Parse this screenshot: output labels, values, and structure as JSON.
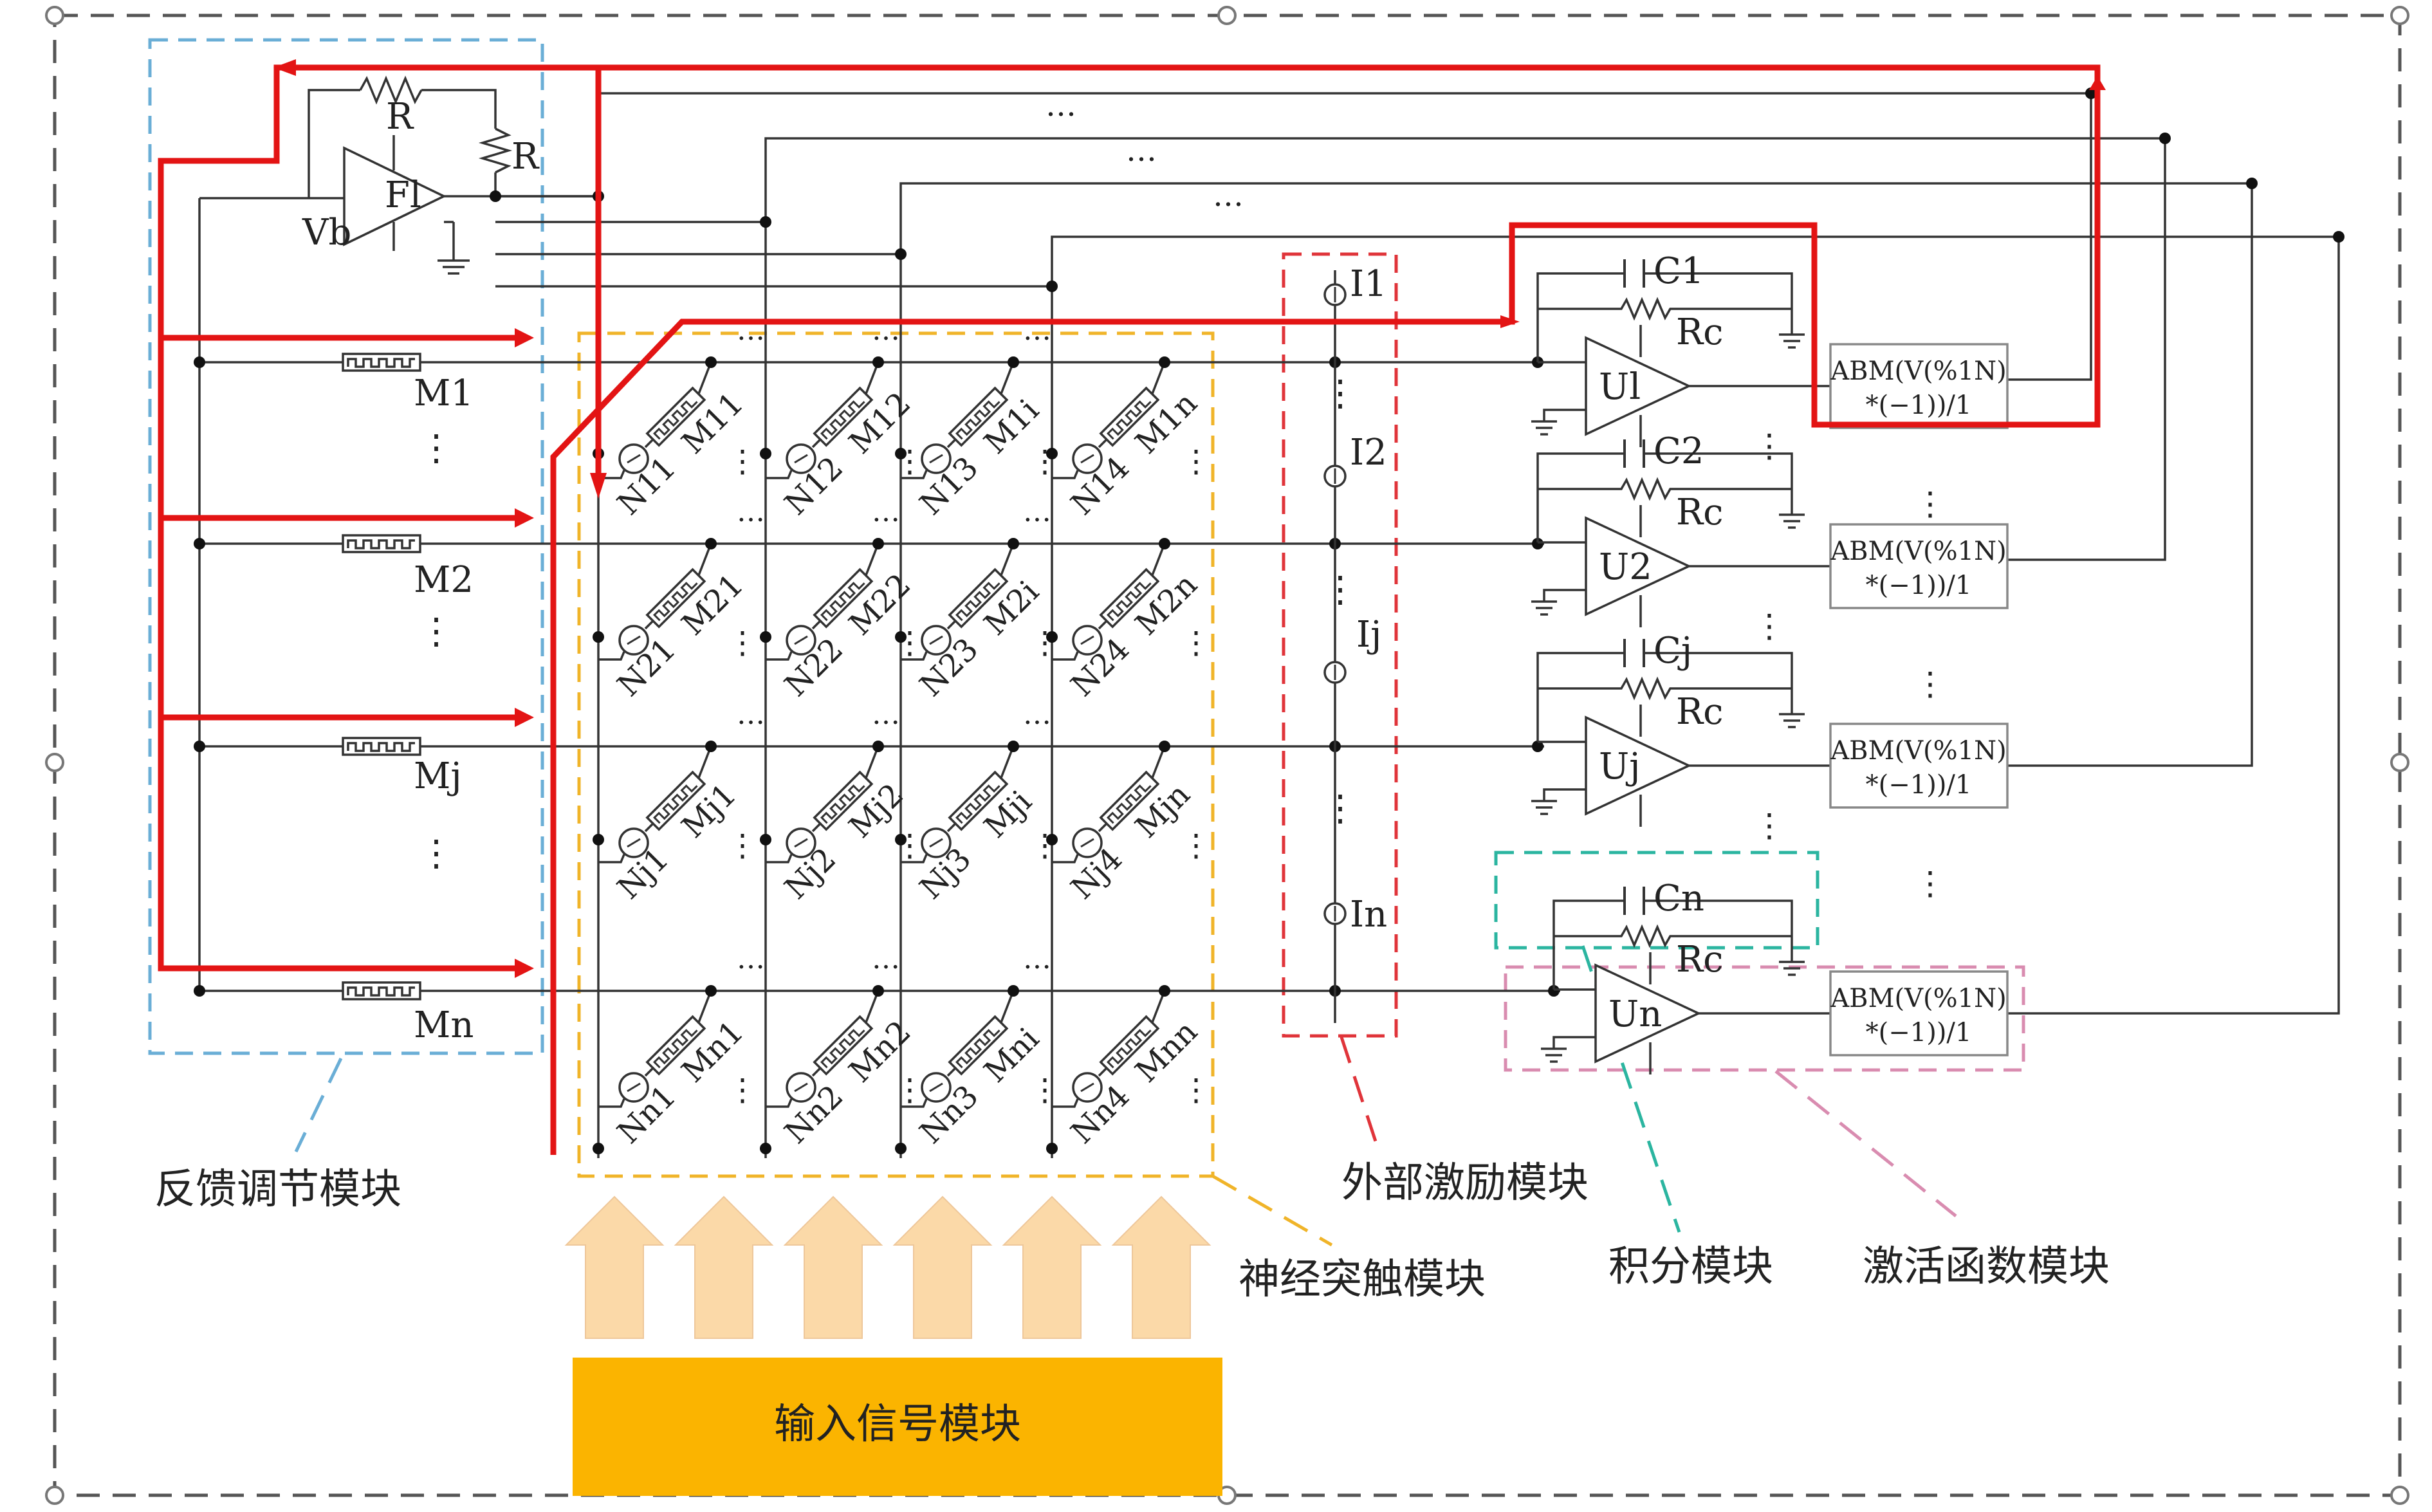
{
  "colors": {
    "wire": "#333333",
    "feedback_path": "#e31414",
    "feedback_box": "#6aaed6",
    "synapse_box": "#f0b429",
    "excitation_box": "#e0343a",
    "integral_box": "#2bb5a0",
    "activation_box": "#d98cb0",
    "input_block": "#fbb400",
    "input_arrow": "#fbd9a8",
    "outer_frame": "#555555"
  },
  "feedback": {
    "opamp": "Fl",
    "vb": "Vb",
    "r_top": "R",
    "r_side": "R",
    "memristors": [
      "M1",
      "M2",
      "Mj",
      "Mn"
    ]
  },
  "synapse": {
    "rows": [
      [
        "M11",
        "M12",
        "M1i",
        "M1n"
      ],
      [
        "M21",
        "M22",
        "M2i",
        "M2n"
      ],
      [
        "Mj1",
        "Mj2",
        "Mji",
        "Mjn"
      ],
      [
        "Mn1",
        "Mn2",
        "Mni",
        "Mnn"
      ]
    ],
    "neurons": [
      [
        "N11",
        "N12",
        "N13",
        "N14"
      ],
      [
        "N21",
        "N22",
        "N23",
        "N24"
      ],
      [
        "Nj1",
        "Nj2",
        "Nj3",
        "Nj4"
      ],
      [
        "Nn1",
        "Nn2",
        "Nn3",
        "Nn4"
      ]
    ]
  },
  "excitation": {
    "sources": [
      "I1",
      "I2",
      "Ij",
      "In"
    ]
  },
  "integrators": [
    {
      "cap": "C1",
      "res": "Rc",
      "amp": "Ul"
    },
    {
      "cap": "C2",
      "res": "Rc",
      "amp": "U2"
    },
    {
      "cap": "Cj",
      "res": "Rc",
      "amp": "Uj"
    },
    {
      "cap": "Cn",
      "res": "Rc",
      "amp": "Un"
    }
  ],
  "activation": {
    "line1": "ABM(V(%1N)",
    "line2": "*(−1))/1"
  },
  "labels": {
    "feedback_module": "反馈调节模块",
    "synapse_module": "神经突触模块",
    "excitation_module": "外部激励模块",
    "integral_module": "积分模块",
    "activation_module": "激活函数模块",
    "input_module": "输入信号模块"
  },
  "dots": "…",
  "vdots": "⋮"
}
